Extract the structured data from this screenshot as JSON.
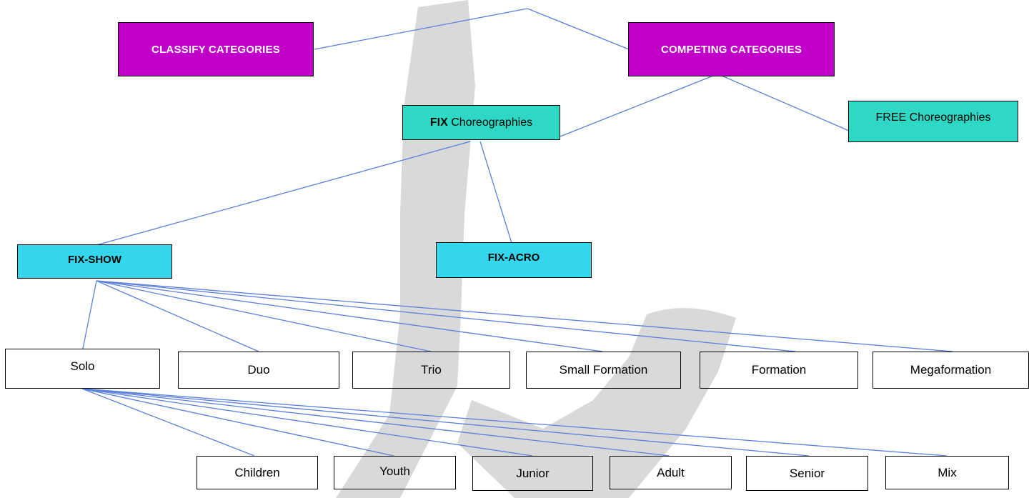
{
  "palette": {
    "top_fill": "#c000c8",
    "choreo_fill": "#2fd8c4",
    "fix_fill": "#33d6ec",
    "line_color": "#5b7fdd",
    "watermark": "#d4d4d4"
  },
  "nodes": {
    "classify": "CLASSIFY CATEGORIES",
    "competing": "COMPETING CATEGORIES",
    "fix_choreo_bold": "FIX",
    "fix_choreo_rest": " Choreographies",
    "free_choreo": "FREE Choreographies",
    "fix_show": "FIX-SHOW",
    "fix_acro": "FIX-ACRO",
    "formats": [
      "Solo",
      "Duo",
      "Trio",
      "Small Formation",
      "Formation",
      "Megaformation"
    ],
    "ages": [
      "Children",
      "Youth",
      "Junior",
      "Adult",
      "Senior",
      "Mix"
    ]
  }
}
